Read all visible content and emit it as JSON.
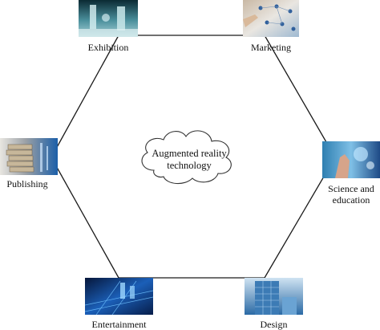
{
  "center": {
    "line1": "Augmented reality",
    "line2": "technology"
  },
  "nodes": [
    {
      "id": "exhibition",
      "label": "Exhibition",
      "image": "museum-exhibition-photo"
    },
    {
      "id": "marketing",
      "label": "Marketing",
      "image": "touchscreen-network-photo"
    },
    {
      "id": "science",
      "label_line1": "Science and",
      "label_line2": "education",
      "image": "hand-hologram-photo"
    },
    {
      "id": "design",
      "label": "Design",
      "image": "glass-building-photo"
    },
    {
      "id": "entertainment",
      "label": "Entertainment",
      "image": "blue-digital-city-photo"
    },
    {
      "id": "publishing",
      "label": "Publishing",
      "image": "book-stack-photo"
    }
  ],
  "colors": {
    "line": "#1a1a1a",
    "cloud_stroke": "#333333"
  }
}
